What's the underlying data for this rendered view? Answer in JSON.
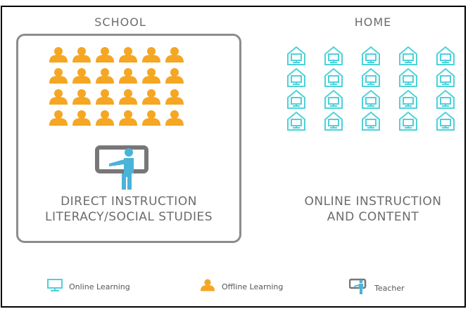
{
  "headers": {
    "school": "SCHOOL",
    "home": "HOME"
  },
  "school_caption": {
    "line1": "DIRECT INSTRUCTION",
    "line2": "LITERACY/SOCIAL STUDIES"
  },
  "home_caption": {
    "line1": "ONLINE INSTRUCTION",
    "line2": "AND CONTENT"
  },
  "legend": {
    "online": "Online Learning",
    "offline": "Offline Learning",
    "teacher": "Teacher"
  },
  "colors": {
    "student": "#f5a623",
    "online": "#4fd1d9",
    "teacher": "#4ab3d8",
    "box": "#8c8c8c",
    "text": "#6c6c6c"
  }
}
